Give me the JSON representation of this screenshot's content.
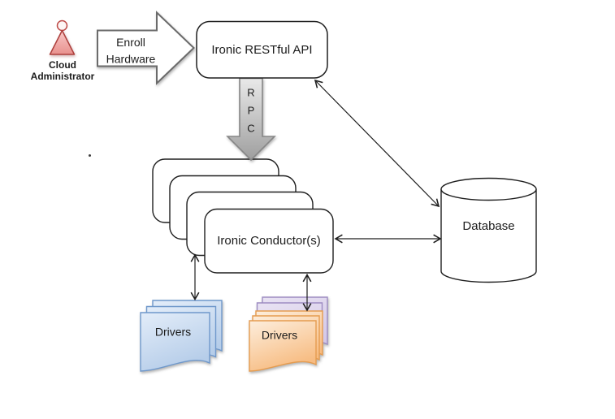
{
  "diagram": {
    "actor": {
      "name": "Cloud Administrator",
      "label_lines": [
        "Cloud",
        "Administrator"
      ]
    },
    "enroll_arrow": {
      "label_lines": [
        "Enroll",
        "Hardware"
      ]
    },
    "api_box": {
      "label": "Ironic RESTful API"
    },
    "rpc_arrow": {
      "letters": [
        "R",
        "P",
        "C"
      ]
    },
    "conductor_stack": {
      "label": "Ironic Conductor(s)",
      "stacked_boxes": 4
    },
    "database": {
      "label": "Database"
    },
    "driver_stacks": [
      {
        "id": "blue",
        "label": "Drivers",
        "front_cards": 3
      },
      {
        "id": "orange",
        "label": "Drivers",
        "front_cards": 3,
        "back_cards": 2
      }
    ],
    "connections": [
      {
        "from": "cloud-administrator",
        "to": "ironic-restful-api",
        "label": "Enroll Hardware",
        "style": "block-arrow"
      },
      {
        "from": "ironic-restful-api",
        "to": "ironic-conductors",
        "label": "RPC",
        "style": "block-arrow"
      },
      {
        "from": "ironic-restful-api",
        "to": "database",
        "style": "double-headed-line"
      },
      {
        "from": "ironic-conductors",
        "to": "database",
        "style": "double-headed-line"
      },
      {
        "from": "ironic-conductors",
        "to": "drivers-blue",
        "style": "double-headed-line"
      },
      {
        "from": "ironic-conductors",
        "to": "drivers-orange",
        "style": "double-headed-line"
      }
    ],
    "colors": {
      "outline_black": "#1f1f1f",
      "actor_fill_light": "#f9cac8",
      "actor_fill_dark": "#e8908d",
      "actor_border": "#ad403d",
      "enroll_border": "#6b6b6b",
      "rpc_fill_light": "#e9e9e9",
      "rpc_fill_dark": "#9e9e9e",
      "rpc_border": "#878787",
      "blue_card_light": "#e3edf9",
      "blue_card_dark": "#b6cde9",
      "blue_card_border": "#6f98cb",
      "purple_card_light": "#e9e3f3",
      "purple_card_dark": "#d3c8e7",
      "purple_card_border": "#9d8cc2",
      "orange_card_light": "#fdeedd",
      "orange_card_dark": "#f7bc82",
      "orange_card_border": "#e59c50"
    }
  }
}
